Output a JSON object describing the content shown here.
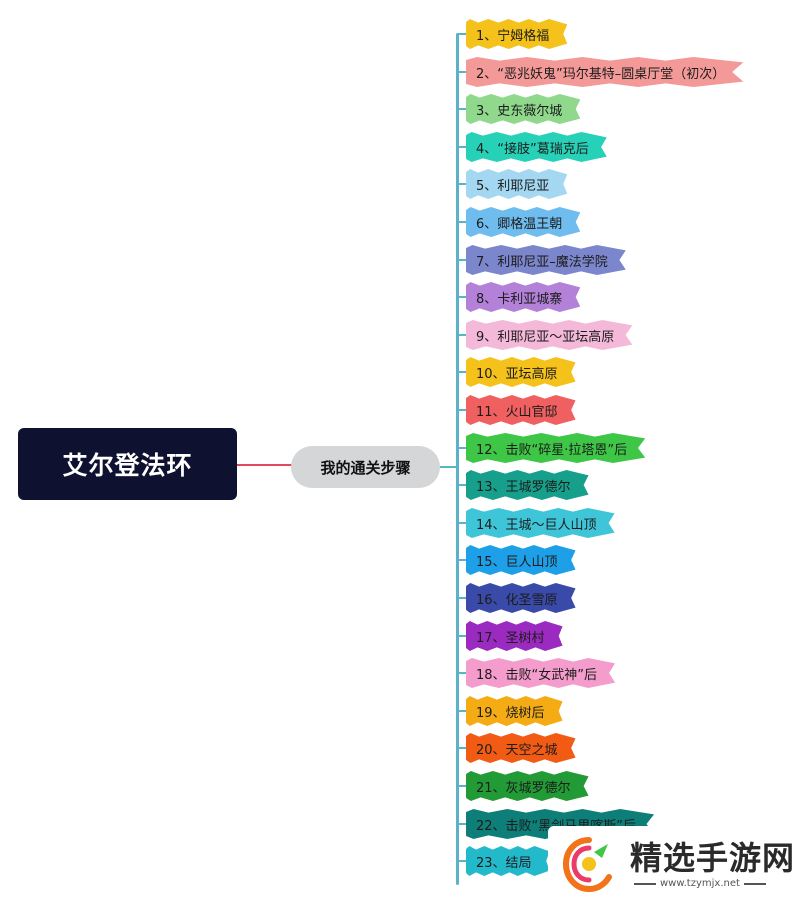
{
  "root": {
    "title": "艾尔登法环"
  },
  "branch": {
    "title": "我的通关步骤"
  },
  "steps": [
    {
      "label": "1、宁姆格福",
      "color": "#f5c21b"
    },
    {
      "label": "2、“恶兆妖鬼”玛尔基特–圆桌厅堂（初次）",
      "color": "#f39a98"
    },
    {
      "label": "3、史东薇尔城",
      "color": "#8fd88c"
    },
    {
      "label": "4、“接肢”葛瑞克后",
      "color": "#27d1b8"
    },
    {
      "label": "5、利耶尼亚",
      "color": "#a3d7f2"
    },
    {
      "label": "6、卿格温王朝",
      "color": "#6fbcef"
    },
    {
      "label": "7、利耶尼亚–魔法学院",
      "color": "#7b86cc"
    },
    {
      "label": "8、卡利亚城寨",
      "color": "#b382d8"
    },
    {
      "label": "9、利耶尼亚～亚坛高原",
      "color": "#f4b8d8"
    },
    {
      "label": "10、亚坛高原",
      "color": "#f5c21b"
    },
    {
      "label": "11、火山官邸",
      "color": "#f16060"
    },
    {
      "label": "12、击败“碎星·拉塔恩”后",
      "color": "#3ec646"
    },
    {
      "label": "13、王城罗德尔",
      "color": "#16a08c"
    },
    {
      "label": "14、王城～巨人山顶",
      "color": "#3ec6d8"
    },
    {
      "label": "15、巨人山顶",
      "color": "#1ea0e8"
    },
    {
      "label": "16、化圣雪原",
      "color": "#3a4aa8"
    },
    {
      "label": "17、圣树村",
      "color": "#9b2ac0"
    },
    {
      "label": "18、击败“女武神”后",
      "color": "#f49ccc"
    },
    {
      "label": "19、烧树后",
      "color": "#f5ac14"
    },
    {
      "label": "20、天空之城",
      "color": "#f25b14"
    },
    {
      "label": "21、灰城罗德尔",
      "color": "#229a35"
    },
    {
      "label": "22、击败“黑剑马里喀斯”后",
      "color": "#0e7e78"
    },
    {
      "label": "23、结局",
      "color": "#22b9ca"
    }
  ],
  "watermark": {
    "title": "精选手游网",
    "url": "www.tzymjx.net"
  }
}
